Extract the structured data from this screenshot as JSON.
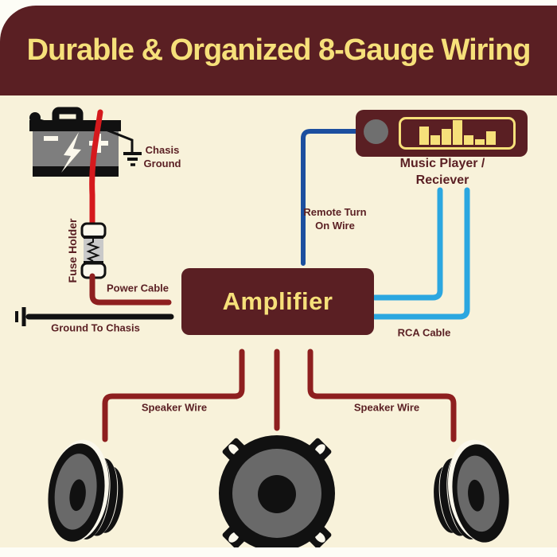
{
  "colors": {
    "maroon": "#5A1F23",
    "yellow": "#F6E07A",
    "cream": "#F8F2DA",
    "bright_red": "#D5191D",
    "dark_red": "#8E1F1F",
    "dark_blue": "#1C4F9F",
    "light_blue": "#2BA7E0",
    "battery_gray": "#7E7E7E",
    "knob_gray": "#6F6F6F",
    "cone_gray": "#696969",
    "fuse_gray": "#C9C9C9"
  },
  "banner": {
    "title": "Durable & Organized 8-Gauge Wiring"
  },
  "amplifier": {
    "label": "Amplifier"
  },
  "music_player": {
    "label": "Music Player / Reciever",
    "equalizer_heights": [
      23,
      12,
      20,
      31,
      12,
      7,
      17
    ]
  },
  "wire_labels": {
    "chassis_ground": "Chasis\nGround",
    "fuse_holder": "Fuse Holder",
    "power_cable": "Power Cable",
    "ground_to_chassis": "Ground To Chasis",
    "remote_turn_on": "Remote Turn\nOn Wire",
    "rca_cable": "RCA Cable",
    "speaker_wire_left": "Speaker Wire",
    "speaker_wire_right": "Speaker Wire"
  }
}
